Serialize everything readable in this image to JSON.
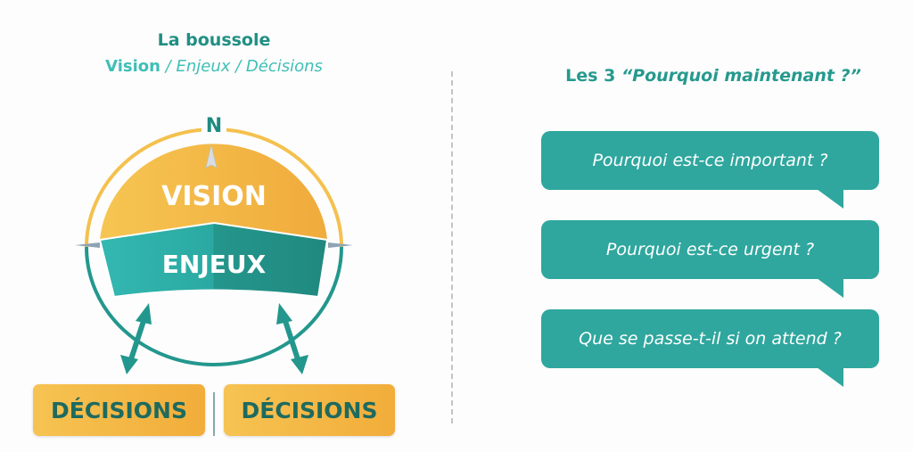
{
  "left": {
    "title": "La boussole",
    "subtitle_vision": "Vision",
    "subtitle_rest": " / Enjeux / Décisions"
  },
  "compass": {
    "north": "N",
    "vision": "VISION",
    "enjeux": "ENJEUX",
    "decisions": [
      "DÉCISIONS",
      "DÉCISIONS"
    ]
  },
  "right": {
    "title_prefix": "Les 3 ",
    "title_quote": "“Pourquoi maintenant ?”",
    "questions": [
      "Pourquoi est-ce important ?",
      "Pourquoi est-ce urgent ?",
      "Que se passe-t-il si on attend ?"
    ]
  },
  "colors": {
    "teal": "#2fa79e",
    "dark_teal": "#1e6a5f",
    "yellow": "#f4b844"
  }
}
